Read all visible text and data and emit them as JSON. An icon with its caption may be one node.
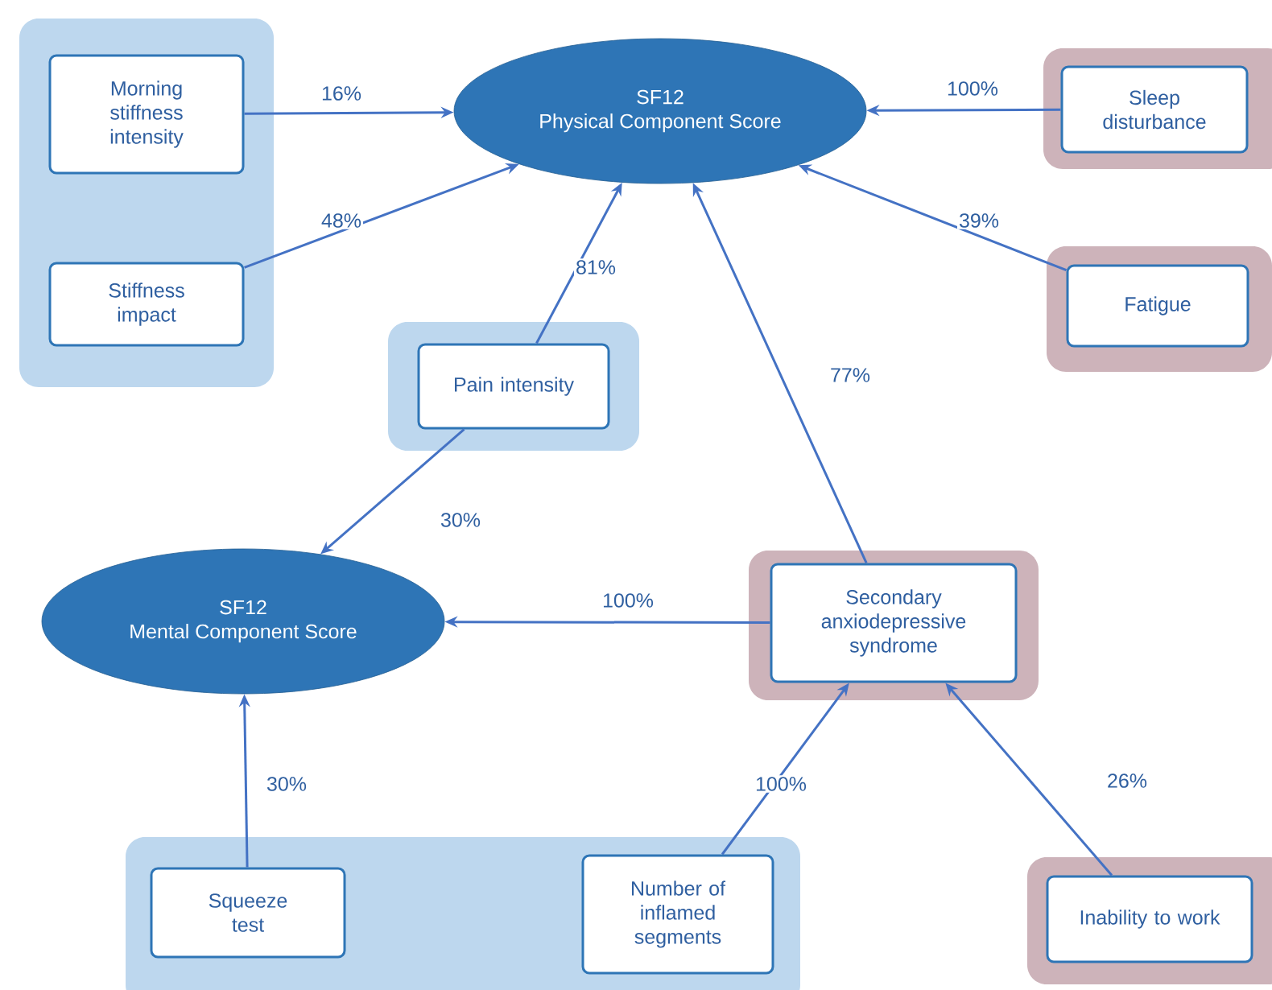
{
  "diagram": {
    "nodes": [
      {
        "text": [],
        "shape": "box"
      },
      {
        "text": [
          "Morning stiffness intensity"
        ],
        "in": 0
      },
      {
        "text": [
          "Stiffness impact"
        ],
        "in": 0
      },
      {
        "text": [
          "SF12",
          "Physical Component Score"
        ]
      },
      {
        "text": [],
        "shape": "box"
      },
      {
        "text": [
          "Sleep disturbance"
        ],
        "in": 4
      },
      {
        "text": [],
        "shape": "box"
      },
      {
        "text": [
          "Fatigue"
        ],
        "in": 6
      },
      {
        "text": [],
        "shape": "box"
      },
      {
        "text": [
          "Pain intensity"
        ],
        "in": 8
      },
      {
        "text": [
          "SF12",
          "Mental Component Score"
        ]
      },
      {
        "text": [],
        "shape": "box"
      },
      {
        "text": [
          "Secondary anxiodepressive syndrome"
        ],
        "in": 11
      },
      {
        "text": [],
        "shape": "box"
      },
      {
        "text": [
          "Squeeze test"
        ],
        "in": 13
      },
      {
        "text": [
          "Number of inflamed segments"
        ],
        "in": 13
      },
      {
        "text": [],
        "shape": "box"
      },
      {
        "text": [
          "Inability to work"
        ],
        "in": 16
      }
    ],
    "edges": [
      {
        "from": 1,
        "to": 3,
        "arrow": "to",
        "label": "16%"
      },
      {
        "from": 2,
        "to": 3,
        "arrow": "to",
        "label": "48%"
      },
      {
        "from": 5,
        "to": 3,
        "arrow": "to",
        "label": "100%"
      },
      {
        "from": 7,
        "to": 3,
        "arrow": "to",
        "label": "39%"
      },
      {
        "from": 9,
        "to": 3,
        "arrow": "to",
        "label": "81%"
      },
      {
        "from": 12,
        "to": 3,
        "arrow": "to",
        "label": "77%"
      },
      {
        "from": 9,
        "to": 10,
        "arrow": "to",
        "label": "30%"
      },
      {
        "from": 12,
        "to": 10,
        "arrow": "to",
        "label": "100%"
      },
      {
        "from": 14,
        "to": 10,
        "arrow": "to",
        "label": "30%"
      },
      {
        "from": 15,
        "to": 12,
        "arrow": "to",
        "label": "100%"
      },
      {
        "from": 17,
        "to": 12,
        "arrow": "to",
        "label": "26%"
      }
    ]
  }
}
